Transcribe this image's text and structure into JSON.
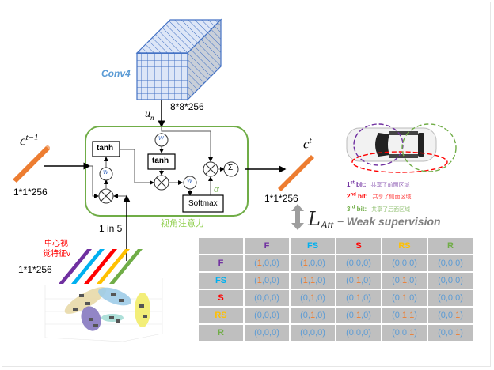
{
  "conv": {
    "label": "Conv4",
    "dims": "8*8*256",
    "input_symbol": "u",
    "input_sub": "n"
  },
  "prev_state": {
    "symbol": "c",
    "sup": "t−1",
    "dims": "1*1*256"
  },
  "next_state": {
    "symbol": "c",
    "sup": "t",
    "dims": "1*1*256"
  },
  "attention_module": {
    "caption": "视角注意力",
    "tanh_left": "tanh",
    "tanh_center": "tanh",
    "softmax": "Softmax",
    "alpha": "α",
    "sum_symbol": "Σ",
    "weights": [
      "W",
      "W",
      "W"
    ]
  },
  "input": {
    "selector": "1 in 5",
    "dims": "1*1*256",
    "caption_line1": "中心视",
    "caption_line2": "觉特征v"
  },
  "view_colors": [
    "#7030a0",
    "#00b0f0",
    "#ff0000",
    "#ffc000",
    "#70ad47"
  ],
  "car_legend": [
    {
      "ord": "1",
      "sup": "st",
      "label": " bit:",
      "desc": "共享了前面区域",
      "color": "#7030a0"
    },
    {
      "ord": "2",
      "sup": "nd",
      "label": " bit:",
      "desc": "共享了侧面区域",
      "color": "#ff0000"
    },
    {
      "ord": "3",
      "sup": "rd",
      "label": " bit:",
      "desc": "共享了后面区域",
      "color": "#70ad47"
    }
  ],
  "loss": {
    "symbol": "L",
    "sub": "Att",
    "text": "− Weak supervision"
  },
  "table": {
    "headers": [
      {
        "text": "F",
        "color": "#7030a0"
      },
      {
        "text": "FS",
        "color": "#00b0f0"
      },
      {
        "text": "S",
        "color": "#ff0000"
      },
      {
        "text": "RS",
        "color": "#ffc000"
      },
      {
        "text": "R",
        "color": "#70ad47"
      }
    ],
    "rows": [
      {
        "label": "F",
        "color": "#7030a0",
        "cells": [
          [
            1,
            0,
            0
          ],
          [
            1,
            0,
            0
          ],
          [
            0,
            0,
            0
          ],
          [
            0,
            0,
            0
          ],
          [
            0,
            0,
            0
          ]
        ]
      },
      {
        "label": "FS",
        "color": "#00b0f0",
        "cells": [
          [
            1,
            0,
            0
          ],
          [
            1,
            1,
            0
          ],
          [
            0,
            1,
            0
          ],
          [
            0,
            1,
            0
          ],
          [
            0,
            0,
            0
          ]
        ]
      },
      {
        "label": "S",
        "color": "#ff0000",
        "cells": [
          [
            0,
            0,
            0
          ],
          [
            0,
            1,
            0
          ],
          [
            0,
            1,
            0
          ],
          [
            0,
            1,
            0
          ],
          [
            0,
            0,
            0
          ]
        ]
      },
      {
        "label": "RS",
        "color": "#ffc000",
        "cells": [
          [
            0,
            0,
            0
          ],
          [
            0,
            1,
            0
          ],
          [
            0,
            1,
            0
          ],
          [
            0,
            1,
            1
          ],
          [
            0,
            0,
            1
          ]
        ]
      },
      {
        "label": "R",
        "color": "#70ad47",
        "cells": [
          [
            0,
            0,
            0
          ],
          [
            0,
            0,
            0
          ],
          [
            0,
            0,
            0
          ],
          [
            0,
            0,
            1
          ],
          [
            0,
            0,
            1
          ]
        ]
      }
    ]
  }
}
